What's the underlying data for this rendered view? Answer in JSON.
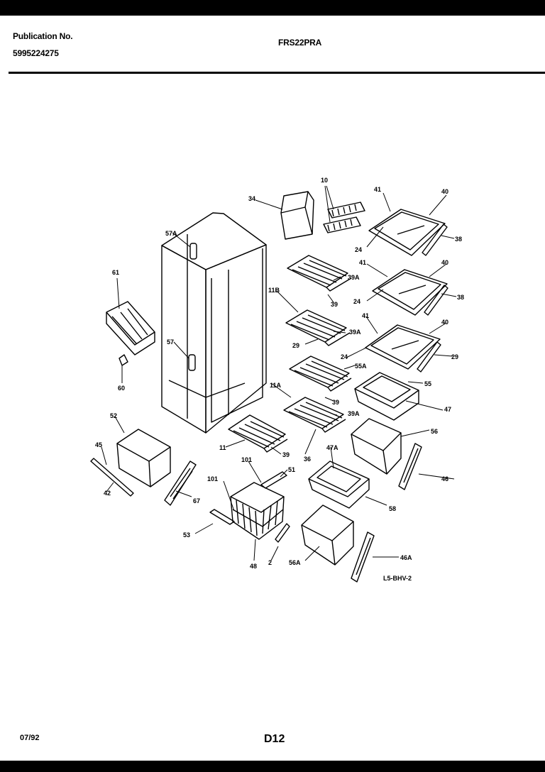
{
  "header": {
    "publication_label": "Publication No.",
    "publication_number": "5995224275",
    "model": "FRS22PRA"
  },
  "diagram": {
    "reference_code": "L5-BHV-2",
    "callouts": {
      "c34": "34",
      "c10": "10",
      "c41a": "41",
      "c40a": "40",
      "c38a": "38",
      "c24a": "24",
      "c57a": "57A",
      "c41b": "41",
      "c40b": "40",
      "c38b": "38",
      "c24b": "24",
      "c11b": "11B",
      "c39a1": "39A",
      "c39a": "39",
      "c61": "61",
      "c41c": "41",
      "c40c": "40",
      "c39a2": "39A",
      "c24c": "24",
      "c29": "29",
      "c29b": "29",
      "c57": "57",
      "c55a": "55A",
      "c11a": "11A",
      "c55": "55",
      "c39b": "39",
      "c60": "60",
      "c47": "47",
      "c39a3": "39A",
      "c36": "36",
      "c52": "52",
      "c56": "56",
      "c45": "45",
      "c11": "11",
      "c39c": "39",
      "c47a": "47A",
      "c101a": "101",
      "c51": "51",
      "c46": "46",
      "c101b": "101",
      "c42": "42",
      "c67": "67",
      "c58": "58",
      "c53": "53",
      "c48": "48",
      "c2": "2",
      "c56a": "56A",
      "c46a": "46A"
    }
  },
  "footer": {
    "date": "07/92",
    "page_code": "D12"
  }
}
